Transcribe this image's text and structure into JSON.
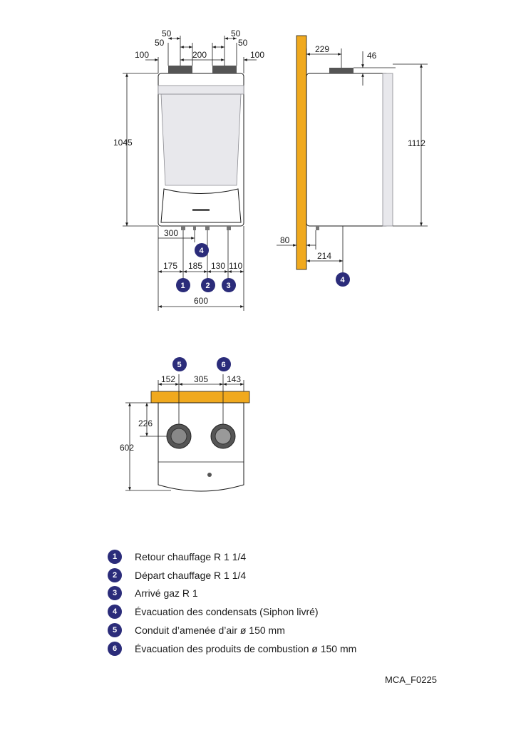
{
  "front_view": {
    "top_dims": [
      "50",
      "50",
      "50",
      "50",
      "100",
      "200",
      "100"
    ],
    "height": "1045",
    "bottom_dims": [
      "300",
      "175",
      "185",
      "130",
      "110",
      "600"
    ]
  },
  "side_view": {
    "top_dims": [
      "229",
      "46"
    ],
    "height": "1112",
    "bottom_dims": [
      "80",
      "214"
    ]
  },
  "top_view": {
    "top_dims": [
      "152",
      "305",
      "143"
    ],
    "side_dims": [
      "226",
      "602"
    ]
  },
  "markers": {
    "m1": "1",
    "m2": "2",
    "m3": "3",
    "m4a": "4",
    "m4b": "4",
    "m5": "5",
    "m6": "6"
  },
  "legend": [
    {
      "num": "1",
      "text": "Retour chauffage R 1 1/4"
    },
    {
      "num": "2",
      "text": "Départ chauffage R 1 1/4"
    },
    {
      "num": "3",
      "text": "Arrivé gaz R 1"
    },
    {
      "num": "4",
      "text": "Évacuation des condensats (Siphon livré)"
    },
    {
      "num": "5",
      "text": "Conduit d’amenée d’air ø 150 mm"
    },
    {
      "num": "6",
      "text": "Évacuation des produits de combustion ø 150 mm"
    }
  ],
  "reference": "MCA_F0225",
  "colors": {
    "wall": "#f0a91e",
    "badge": "#2b2c7a"
  }
}
